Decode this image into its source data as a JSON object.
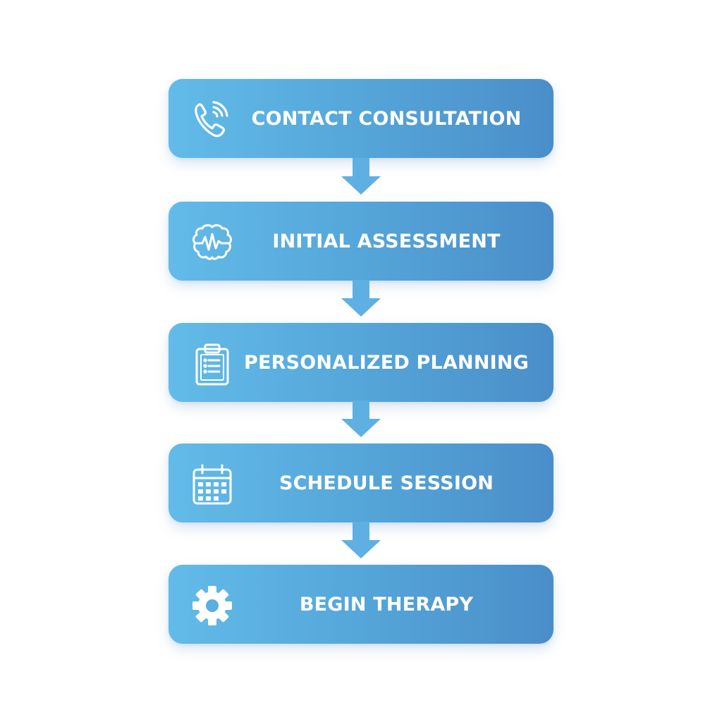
{
  "flow": {
    "steps": [
      {
        "label": "CONTACT CONSULTATION",
        "icon": "phone-call-icon"
      },
      {
        "label": "INITIAL ASSESSMENT",
        "icon": "brain-wave-icon"
      },
      {
        "label": "PERSONALIZED PLANNING",
        "icon": "clipboard-checklist-icon"
      },
      {
        "label": "SCHEDULE SESSION",
        "icon": "calendar-icon"
      },
      {
        "label": "BEGIN THERAPY",
        "icon": "gear-icon"
      }
    ],
    "connector": "down-arrow-icon"
  },
  "colors": {
    "background": "#ffffff",
    "step_gradient_start": "#62bbe8",
    "step_gradient_end": "#4a8ec9",
    "arrow": "#5fb0e2",
    "text": "#ffffff"
  }
}
